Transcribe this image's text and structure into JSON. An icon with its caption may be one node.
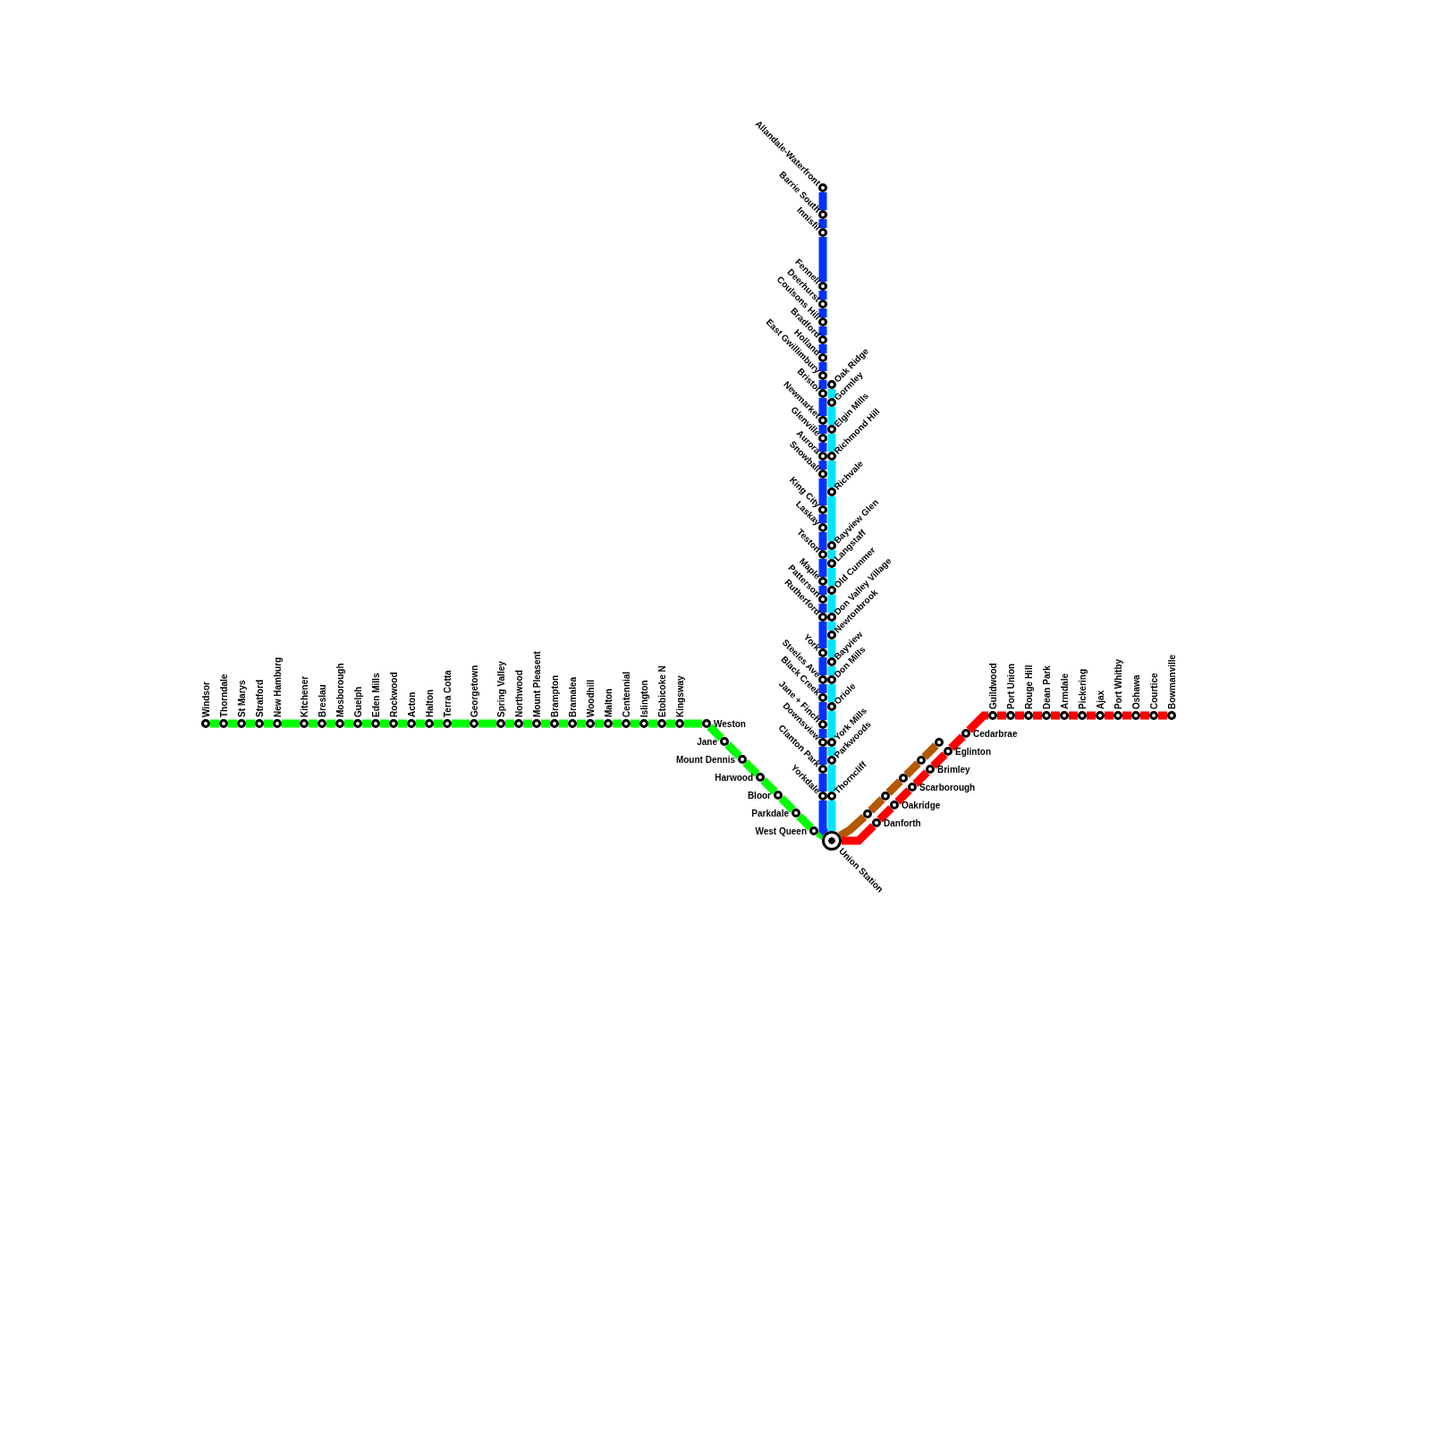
{
  "diagram": {
    "nodes": [
      {
        "text": [
          "Windsor"
        ]
      },
      {
        "text": [
          "Thorndale"
        ]
      },
      {
        "text": [
          "St Marys"
        ]
      },
      {
        "text": [
          "Stratford"
        ]
      },
      {
        "text": [
          "New Hamburg"
        ]
      },
      {
        "text": [
          "Kitchener"
        ]
      },
      {
        "text": [
          "Breslau"
        ]
      },
      {
        "text": [
          "Mosborough"
        ]
      },
      {
        "text": [
          "Guelph"
        ]
      },
      {
        "text": [
          "Eden Mills"
        ]
      },
      {
        "text": [
          "Rockwood"
        ]
      },
      {
        "text": [
          "Acton"
        ]
      },
      {
        "text": [
          "Halton"
        ]
      },
      {
        "text": [
          "Terra Cotta"
        ]
      },
      {
        "text": [
          "Georgetown"
        ]
      },
      {
        "text": [
          "Spring Valley"
        ]
      },
      {
        "text": [
          "Northwood"
        ]
      },
      {
        "text": [
          "Mount Pleasent"
        ]
      },
      {
        "text": [
          "Brampton"
        ]
      },
      {
        "text": [
          "Bramalea"
        ]
      },
      {
        "text": [
          "Woodhill"
        ]
      },
      {
        "text": [
          "Malton"
        ]
      },
      {
        "text": [
          "Centennial"
        ]
      },
      {
        "text": [
          "Islington"
        ]
      },
      {
        "text": [
          "Etobicoke N"
        ]
      },
      {
        "text": [
          "Kingsway"
        ]
      },
      {
        "text": [
          "Weston"
        ]
      },
      {
        "text": [
          "Jane"
        ]
      },
      {
        "text": [
          "Mount Dennis"
        ]
      },
      {
        "text": [
          "Harwood"
        ]
      },
      {
        "text": [
          "Bloor"
        ]
      },
      {
        "text": [
          "Parkdale"
        ]
      },
      {
        "text": [
          "West Queen"
        ]
      },
      {
        "text": [
          "Union Station"
        ]
      },
      {
        "text": [
          "Allandale-Waterfront"
        ]
      },
      {
        "text": [
          "Barrie South"
        ]
      },
      {
        "text": [
          "Innisfil"
        ]
      },
      {
        "text": [
          "Fennell"
        ]
      },
      {
        "text": [
          "Deerhurst"
        ]
      },
      {
        "text": [
          "Coulsons Hill"
        ]
      },
      {
        "text": [
          "Bradford"
        ]
      },
      {
        "text": [
          "Holland"
        ]
      },
      {
        "text": [
          "East Gwillimbury"
        ]
      },
      {
        "text": [
          "Bristol"
        ]
      },
      {
        "text": [
          "Newmarket"
        ]
      },
      {
        "text": [
          "Glenville"
        ]
      },
      {
        "text": [
          "Aurora"
        ]
      },
      {
        "text": [
          "Snowball"
        ]
      },
      {
        "text": [
          "King City"
        ]
      },
      {
        "text": [
          "Laskay"
        ]
      },
      {
        "text": [
          "Teston"
        ]
      },
      {
        "text": [
          "Maple"
        ]
      },
      {
        "text": [
          "Patterson"
        ]
      },
      {
        "text": [
          "Rutherford"
        ]
      },
      {
        "text": [
          "York"
        ]
      },
      {
        "text": [
          "Steeles Ave"
        ]
      },
      {
        "text": [
          "Black Creek"
        ]
      },
      {
        "text": [
          "Jane + Finch"
        ]
      },
      {
        "text": [
          "Downsview"
        ]
      },
      {
        "text": [
          "Clanton Park"
        ]
      },
      {
        "text": [
          "Yorkdale"
        ]
      },
      {
        "text": [
          "Oak Ridge"
        ]
      },
      {
        "text": [
          "Gormley"
        ]
      },
      {
        "text": [
          "Elgin Mills"
        ]
      },
      {
        "text": [
          "Richmond Hill"
        ]
      },
      {
        "text": [
          "Richvale"
        ]
      },
      {
        "text": [
          "Bayview Glen"
        ]
      },
      {
        "text": [
          "Langstaff"
        ]
      },
      {
        "text": [
          "Old Cummer"
        ]
      },
      {
        "text": [
          "Don Valley Village"
        ]
      },
      {
        "text": [
          "Newtonbrook"
        ]
      },
      {
        "text": [
          "Bayview"
        ]
      },
      {
        "text": [
          "Don Mills"
        ]
      },
      {
        "text": [
          "Oriole"
        ]
      },
      {
        "text": [
          "York Mills"
        ]
      },
      {
        "text": [
          "Parkwoods"
        ]
      },
      {
        "text": [
          "Thorncliff"
        ]
      },
      {
        "text": [],
        "shape": "circle"
      },
      {
        "text": [],
        "shape": "circle"
      },
      {
        "text": [],
        "shape": "circle"
      },
      {
        "text": [],
        "shape": "circle"
      },
      {
        "text": [],
        "shape": "circle"
      },
      {
        "text": [
          "Danforth"
        ]
      },
      {
        "text": [
          "Oakridge"
        ]
      },
      {
        "text": [
          "Scarborough"
        ]
      },
      {
        "text": [
          "Brimley"
        ]
      },
      {
        "text": [
          "Eglinton"
        ]
      },
      {
        "text": [
          "Cedarbrae"
        ]
      },
      {
        "text": [
          "Guildwood"
        ]
      },
      {
        "text": [
          "Port Union"
        ]
      },
      {
        "text": [
          "Rouge Hill"
        ]
      },
      {
        "text": [
          "Dean Park"
        ]
      },
      {
        "text": [
          "Armdale"
        ]
      },
      {
        "text": [
          "Pickering"
        ]
      },
      {
        "text": [
          "Ajax"
        ]
      },
      {
        "text": [
          "Port Whitby"
        ]
      },
      {
        "text": [
          "Oshawa"
        ]
      },
      {
        "text": [
          "Courtice"
        ]
      },
      {
        "text": [
          "Bowmanville"
        ]
      }
    ],
    "edges": [
      {
        "from": 0,
        "to": 1,
        "arrow": "none"
      },
      {
        "from": 1,
        "to": 2,
        "arrow": "none"
      },
      {
        "from": 2,
        "to": 3,
        "arrow": "none"
      },
      {
        "from": 3,
        "to": 4,
        "arrow": "none"
      },
      {
        "from": 4,
        "to": 5,
        "arrow": "none"
      },
      {
        "from": 5,
        "to": 6,
        "arrow": "none"
      },
      {
        "from": 6,
        "to": 7,
        "arrow": "none"
      },
      {
        "from": 7,
        "to": 8,
        "arrow": "none"
      },
      {
        "from": 8,
        "to": 9,
        "arrow": "none"
      },
      {
        "from": 9,
        "to": 10,
        "arrow": "none"
      },
      {
        "from": 10,
        "to": 11,
        "arrow": "none"
      },
      {
        "from": 11,
        "to": 12,
        "arrow": "none"
      },
      {
        "from": 12,
        "to": 13,
        "arrow": "none"
      },
      {
        "from": 13,
        "to": 14,
        "arrow": "none"
      },
      {
        "from": 14,
        "to": 15,
        "arrow": "none"
      },
      {
        "from": 15,
        "to": 16,
        "arrow": "none"
      },
      {
        "from": 16,
        "to": 17,
        "arrow": "none"
      },
      {
        "from": 17,
        "to": 18,
        "arrow": "none"
      },
      {
        "from": 18,
        "to": 19,
        "arrow": "none"
      },
      {
        "from": 19,
        "to": 20,
        "arrow": "none"
      },
      {
        "from": 20,
        "to": 21,
        "arrow": "none"
      },
      {
        "from": 21,
        "to": 22,
        "arrow": "none"
      },
      {
        "from": 22,
        "to": 23,
        "arrow": "none"
      },
      {
        "from": 23,
        "to": 24,
        "arrow": "none"
      },
      {
        "from": 24,
        "to": 25,
        "arrow": "none"
      },
      {
        "from": 25,
        "to": 26,
        "arrow": "none"
      },
      {
        "from": 26,
        "to": 27,
        "arrow": "none"
      },
      {
        "from": 27,
        "to": 28,
        "arrow": "none"
      },
      {
        "from": 28,
        "to": 29,
        "arrow": "none"
      },
      {
        "from": 29,
        "to": 30,
        "arrow": "none"
      },
      {
        "from": 30,
        "to": 31,
        "arrow": "none"
      },
      {
        "from": 31,
        "to": 32,
        "arrow": "none"
      },
      {
        "from": 32,
        "to": 33,
        "arrow": "none"
      },
      {
        "from": 34,
        "to": 35,
        "arrow": "none",
        "color": "#0033ff"
      },
      {
        "from": 35,
        "to": 36,
        "arrow": "none",
        "color": "#0033ff"
      },
      {
        "from": 36,
        "to": 37,
        "arrow": "none",
        "color": "#0033ff"
      },
      {
        "from": 37,
        "to": 38,
        "arrow": "none",
        "color": "#0033ff"
      },
      {
        "from": 38,
        "to": 39,
        "arrow": "none",
        "color": "#0033ff"
      },
      {
        "from": 39,
        "to": 40,
        "arrow": "none",
        "color": "#0033ff"
      },
      {
        "from": 40,
        "to": 41,
        "arrow": "none",
        "color": "#0033ff"
      },
      {
        "from": 41,
        "to": 42,
        "arrow": "none",
        "color": "#0033ff"
      },
      {
        "from": 42,
        "to": 43,
        "arrow": "none",
        "color": "#0033ff"
      },
      {
        "from": 43,
        "to": 44,
        "arrow": "none",
        "color": "#0033ff"
      },
      {
        "from": 44,
        "to": 45,
        "arrow": "none",
        "color": "#0033ff"
      },
      {
        "from": 45,
        "to": 46,
        "arrow": "none",
        "color": "#0033ff"
      },
      {
        "from": 46,
        "to": 47,
        "arrow": "none",
        "color": "#0033ff"
      },
      {
        "from": 47,
        "to": 48,
        "arrow": "none",
        "color": "#0033ff"
      },
      {
        "from": 48,
        "to": 49,
        "arrow": "none",
        "color": "#0033ff"
      },
      {
        "from": 49,
        "to": 50,
        "arrow": "none",
        "color": "#0033ff"
      },
      {
        "from": 50,
        "to": 51,
        "arrow": "none",
        "color": "#0033ff"
      },
      {
        "from": 51,
        "to": 52,
        "arrow": "none",
        "color": "#0033ff"
      },
      {
        "from": 52,
        "to": 53,
        "arrow": "none",
        "color": "#0033ff"
      },
      {
        "from": 53,
        "to": 54,
        "arrow": "none",
        "color": "#0033ff"
      },
      {
        "from": 54,
        "to": 55,
        "arrow": "none",
        "color": "#0033ff"
      },
      {
        "from": 55,
        "to": 56,
        "arrow": "none",
        "color": "#0033ff"
      },
      {
        "from": 56,
        "to": 57,
        "arrow": "none",
        "color": "#0033ff"
      },
      {
        "from": 57,
        "to": 58,
        "arrow": "none",
        "color": "#0033ff"
      },
      {
        "from": 58,
        "to": 59,
        "arrow": "none",
        "color": "#0033ff"
      },
      {
        "from": 59,
        "to": 60,
        "arrow": "none",
        "color": "#0033ff"
      },
      {
        "from": 60,
        "to": 33,
        "arrow": "none",
        "color": "#0033ff"
      },
      {
        "from": 61,
        "to": 62,
        "arrow": "none",
        "color": "#00e5ff"
      },
      {
        "from": 62,
        "to": 63,
        "arrow": "none",
        "color": "#00e5ff"
      },
      {
        "from": 63,
        "to": 64,
        "arrow": "none",
        "color": "#00e5ff"
      },
      {
        "from": 64,
        "to": 65,
        "arrow": "none",
        "color": "#00e5ff"
      },
      {
        "from": 65,
        "to": 66,
        "arrow": "none",
        "color": "#00e5ff"
      },
      {
        "from": 66,
        "to": 67,
        "arrow": "none",
        "color": "#00e5ff"
      },
      {
        "from": 67,
        "to": 68,
        "arrow": "none",
        "color": "#00e5ff"
      },
      {
        "from": 68,
        "to": 69,
        "arrow": "none",
        "color": "#00e5ff"
      },
      {
        "from": 69,
        "to": 70,
        "arrow": "none",
        "color": "#00e5ff"
      },
      {
        "from": 70,
        "to": 71,
        "arrow": "none",
        "color": "#00e5ff"
      },
      {
        "from": 71,
        "to": 72,
        "arrow": "none",
        "color": "#00e5ff"
      },
      {
        "from": 72,
        "to": 73,
        "arrow": "none",
        "color": "#00e5ff"
      },
      {
        "from": 73,
        "to": 74,
        "arrow": "none",
        "color": "#00e5ff"
      },
      {
        "from": 74,
        "to": 75,
        "arrow": "none",
        "color": "#00e5ff"
      },
      {
        "from": 75,
        "to": 76,
        "arrow": "none",
        "color": "#00e5ff"
      },
      {
        "from": 76,
        "to": 33,
        "arrow": "none",
        "color": "#00e5ff"
      },
      {
        "from": 33,
        "to": 77,
        "arrow": "none",
        "color": "#b35900"
      },
      {
        "from": 77,
        "to": 78,
        "arrow": "none",
        "color": "#b35900"
      },
      {
        "from": 78,
        "to": 79,
        "arrow": "none",
        "color": "#b35900"
      },
      {
        "from": 79,
        "to": 80,
        "arrow": "none",
        "color": "#b35900"
      },
      {
        "from": 80,
        "to": 81,
        "arrow": "none",
        "color": "#b35900"
      },
      {
        "from": 33,
        "to": 82,
        "arrow": "none",
        "color": "#ff0000"
      },
      {
        "from": 82,
        "to": 83,
        "arrow": "none",
        "color": "#ff0000"
      },
      {
        "from": 83,
        "to": 84,
        "arrow": "none",
        "color": "#ff0000"
      },
      {
        "from": 84,
        "to": 85,
        "arrow": "none",
        "color": "#ff0000"
      },
      {
        "from": 85,
        "to": 86,
        "arrow": "none",
        "color": "#ff0000"
      },
      {
        "from": 86,
        "to": 87,
        "arrow": "none",
        "color": "#ff0000"
      },
      {
        "from": 87,
        "to": 88,
        "arrow": "none",
        "color": "#ff0000"
      },
      {
        "from": 88,
        "to": 89,
        "arrow": "none",
        "color": "#ff0000"
      },
      {
        "from": 89,
        "to": 90,
        "arrow": "none",
        "color": "#ff0000"
      },
      {
        "from": 90,
        "to": 91,
        "arrow": "none",
        "color": "#ff0000"
      },
      {
        "from": 91,
        "to": 92,
        "arrow": "none",
        "color": "#ff0000"
      },
      {
        "from": 92,
        "to": 93,
        "arrow": "none",
        "color": "#ff0000"
      },
      {
        "from": 93,
        "to": 94,
        "arrow": "none",
        "color": "#ff0000"
      },
      {
        "from": 94,
        "to": 95,
        "arrow": "none",
        "color": "#ff0000"
      },
      {
        "from": 95,
        "to": 96,
        "arrow": "none",
        "color": "#ff0000"
      },
      {
        "from": 96,
        "to": 97,
        "arrow": "none",
        "color": "#ff0000"
      },
      {
        "from": 97,
        "to": 98,
        "arrow": "none",
        "color": "#ff0000"
      }
    ]
  }
}
